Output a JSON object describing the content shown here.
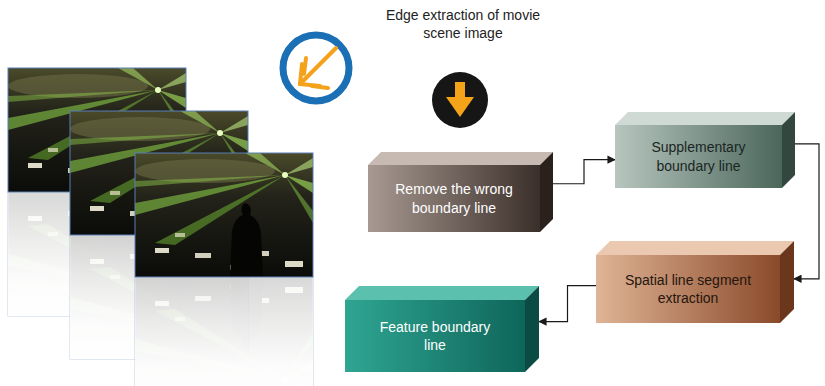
{
  "diagram": {
    "nodes": [
      {
        "text": [
          "Remove the wrong boundary line"
        ]
      },
      {
        "text": [
          "Supplementary boundary line"
        ]
      },
      {
        "text": [
          "Spatial line segment extraction"
        ]
      },
      {
        "text": [
          "Feature boundary line"
        ]
      }
    ],
    "edges": [
      {
        "from": 0,
        "to": 1,
        "arrow": "to"
      },
      {
        "from": 1,
        "to": 2,
        "arrow": "to"
      },
      {
        "from": 2,
        "to": 3,
        "arrow": "to"
      }
    ],
    "labels": [
      "Edge extraction of movie scene image"
    ]
  }
}
